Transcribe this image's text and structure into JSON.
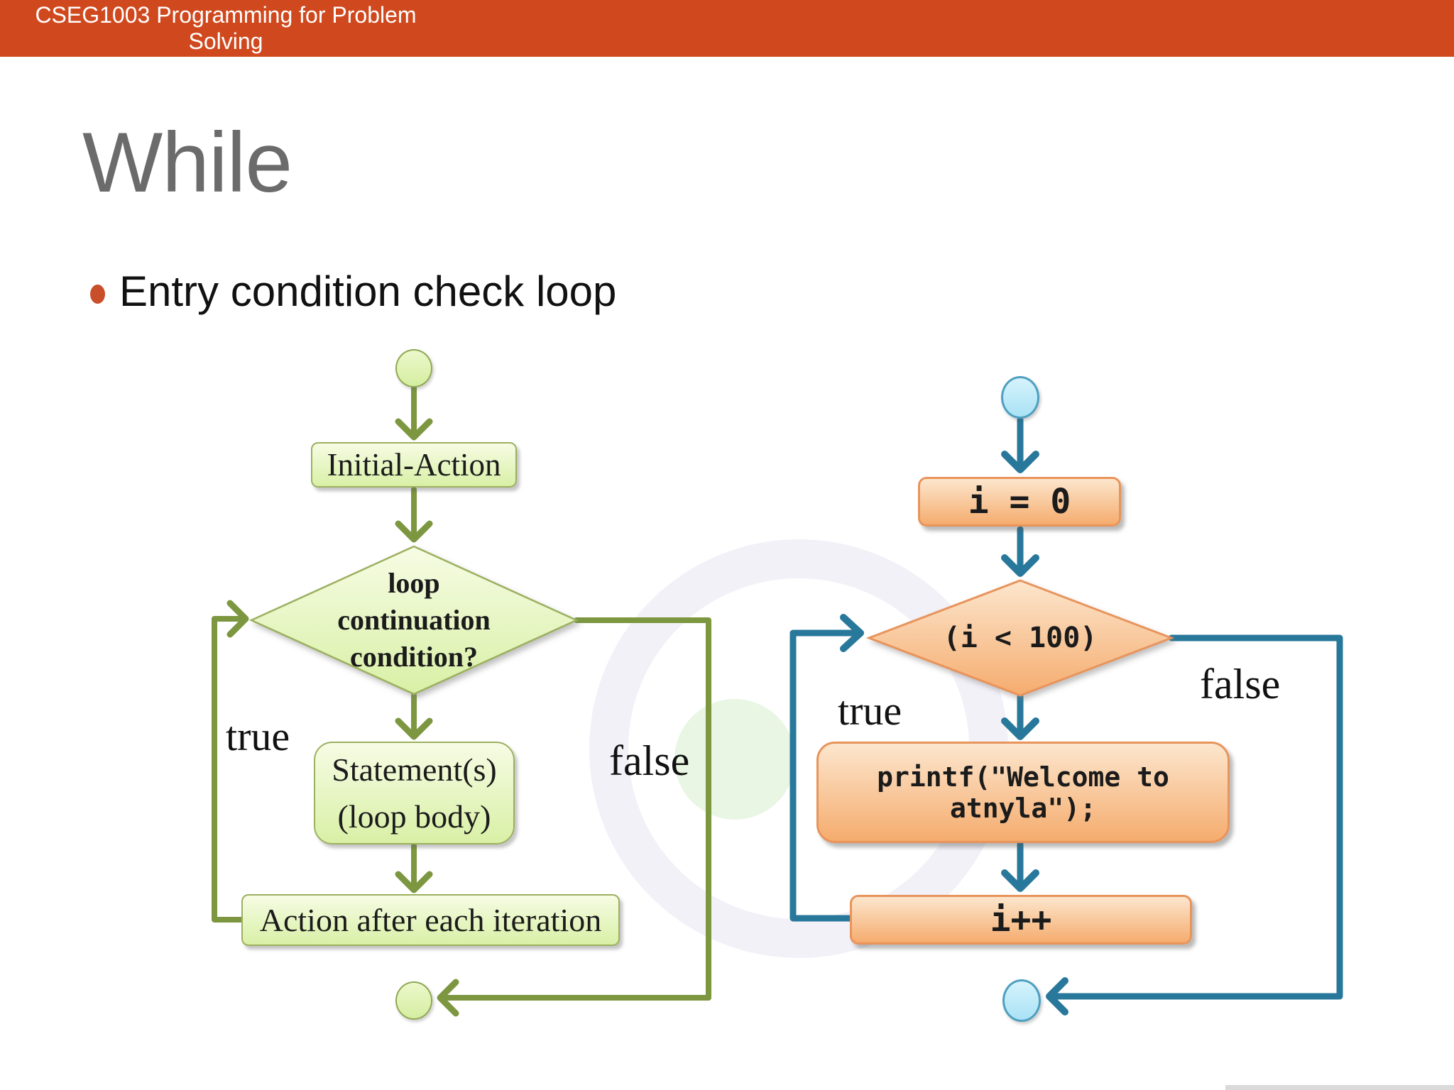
{
  "header": {
    "course_line1": "CSEG1003 Programming for Problem",
    "course_line2": "Solving",
    "bar_color": "#D0491E"
  },
  "slide": {
    "title": "While",
    "bullet_text": "Entry condition check loop",
    "bullet_color": "#C94F2A",
    "title_color": "#6B6B6B"
  },
  "diagram_left": {
    "theme_color": "#7C9740",
    "node_fill": "#D9F0A6",
    "initial_label": "Initial-Action",
    "condition_lines": [
      "loop",
      "continuation",
      "condition?"
    ],
    "body_lines": [
      "Statement(s)",
      "(loop body)"
    ],
    "action_label": "Action after each iteration",
    "true_label": "true",
    "false_label": "false"
  },
  "diagram_right": {
    "theme_color": "#28789B",
    "node_fill": "#F5AC6E",
    "init_label": "i = 0",
    "condition_label": "(i < 100)",
    "body_label": "printf(\"Welcome to atnyla\");",
    "increment_label": "i++",
    "true_label": "true",
    "false_label": "false"
  }
}
